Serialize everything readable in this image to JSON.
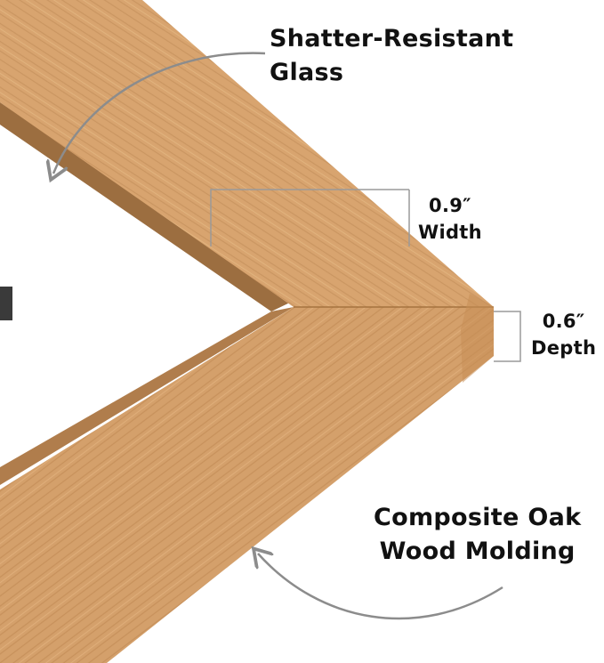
{
  "callouts": {
    "glass": {
      "line1": "Shatter-Resistant",
      "line2": "Glass"
    },
    "width": {
      "value": "0.9″",
      "label": "Width"
    },
    "depth": {
      "value": "0.6″",
      "label": "Depth"
    },
    "molding": {
      "line1": "Composite Oak",
      "line2": "Wood Molding"
    }
  },
  "colors": {
    "oak_face": "#d8a46f",
    "oak_dark": "#b88450",
    "oak_edge": "#c99358",
    "mat": "#ffffff",
    "arrow": "#8c8c8c",
    "dimension_line": "#9a9a9a",
    "text": "#111111"
  }
}
